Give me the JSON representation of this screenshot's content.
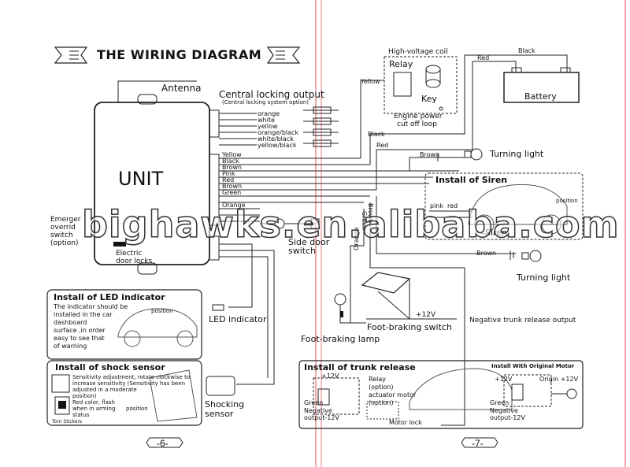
{
  "title": "THE WIRING DIAGRAM",
  "unit": {
    "label": "UNIT",
    "sub1": "Electric",
    "sub2": "door locks"
  },
  "antenna": "Antenna",
  "central_locking": {
    "title": "Central locking output",
    "sub": "(Central locking system option)",
    "wires": [
      "orange",
      "white",
      "yellow",
      "orange/black",
      "white/black",
      "yellow/black"
    ]
  },
  "hv_coil": {
    "title": "High-voltage coil",
    "relay": "Relay",
    "key": "Key",
    "cap1": "Engine power",
    "cap2": "cut off loop"
  },
  "battery": {
    "label": "Battery",
    "black": "Black",
    "red": "Red"
  },
  "main_wires": [
    "Yellow",
    "Black",
    "Brown",
    "Pink",
    "Red",
    "Brown",
    "Green",
    "Orange"
  ],
  "top_wires": {
    "yellow": "Yellow",
    "black": "Black",
    "red": "Red",
    "brown": "Brown"
  },
  "turning_light_1": "Turning light",
  "turning_light_2": "Turning light",
  "siren": {
    "title": "Install of Siren",
    "pink": "pink",
    "red": "red",
    "position": "position",
    "label": "Siren"
  },
  "vertical_wires": {
    "brown": "Brown",
    "green": "Green",
    "orange": "Orange"
  },
  "side_door": {
    "l1": "Side door",
    "l2": "switch"
  },
  "emergency": {
    "l1": "Emerger",
    "l2": "overrid",
    "l3": "switch",
    "l4": "(option)"
  },
  "led": {
    "title": "Install of LED indicator",
    "lines": [
      "The indicator should be",
      "installed in the car",
      "dashboard",
      "surface ,in order",
      "easy to see that",
      "of warning"
    ],
    "position": "position",
    "label": "LED indicator"
  },
  "shock": {
    "title": "Install of shock sensor",
    "lines": [
      "Sensitivity adjustment, rotate clockwise to",
      "increase sensitivity (Sensitivity has been",
      "adjusted in a moderate",
      "position)"
    ],
    "red_lines": [
      "Red color, flash",
      "when in arming",
      "status"
    ],
    "torn": "Torn Stickers",
    "position": "position",
    "label1": "Shocking",
    "label2": "sensor"
  },
  "foot": {
    "plus": "+12V",
    "switch": "Foot-braking switch",
    "lamp": "Foot-braking lamp"
  },
  "neg_trunk": "Negative trunk release output",
  "trunk": {
    "title": "Install of trunk release",
    "plus": "+12V",
    "relay1": "Relay",
    "relay2": "(option)",
    "act1": "actuator motor",
    "act2": "(option)",
    "green": "Green",
    "neg1": "Negative",
    "neg2": "output-12V",
    "motor": "Motor lock"
  },
  "orig": {
    "title": "Install With Original Motor",
    "plus": "+12V",
    "origin": "Origin +12V",
    "green": "Green",
    "neg1": "Negative",
    "neg2": "output-12V"
  },
  "pages": {
    "left": "-6-",
    "right": "-7-"
  },
  "watermark": "bighawks.en.alibaba.com",
  "colors": {
    "red_edge": "#d23",
    "line": "#222"
  }
}
